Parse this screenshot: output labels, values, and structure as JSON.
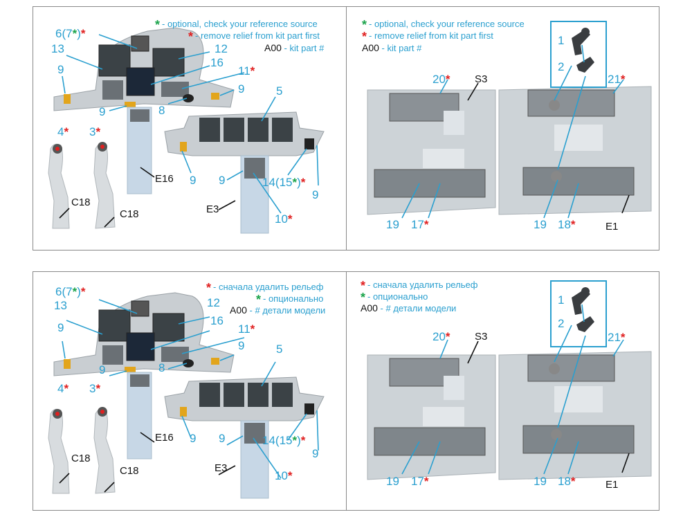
{
  "legend_en": {
    "optional": "- optional, check your reference source",
    "remove": "- remove relief from kit part first",
    "kitpart_code": "A00",
    "kitpart": "- kit part #"
  },
  "legend_ru": {
    "remove": "- сначала удалить рельеф",
    "optional": "- опционально",
    "kitpart_code": "A00",
    "kitpart": "- # детали модели"
  },
  "star": "*",
  "labels": {
    "p6": "6(7",
    "p6_close": ")",
    "p13": "13",
    "p12": "12",
    "p16": "16",
    "p11": "11",
    "p9": "9",
    "p8": "8",
    "p5": "5",
    "p4": "4",
    "p3": "3",
    "p14": "14(15",
    "p14_close": ")",
    "p10": "10",
    "p20": "20",
    "p21": "21",
    "p19": "19",
    "p17": "17",
    "p18": "18",
    "p1": "1",
    "p2": "2"
  },
  "parts": {
    "E16": "E16",
    "E3": "E3",
    "C18": "C18",
    "S3": "S3",
    "E1": "E1"
  },
  "colors": {
    "label": "#2a9fcf",
    "red_star": "#e02020",
    "green_star": "#1aa34a"
  }
}
